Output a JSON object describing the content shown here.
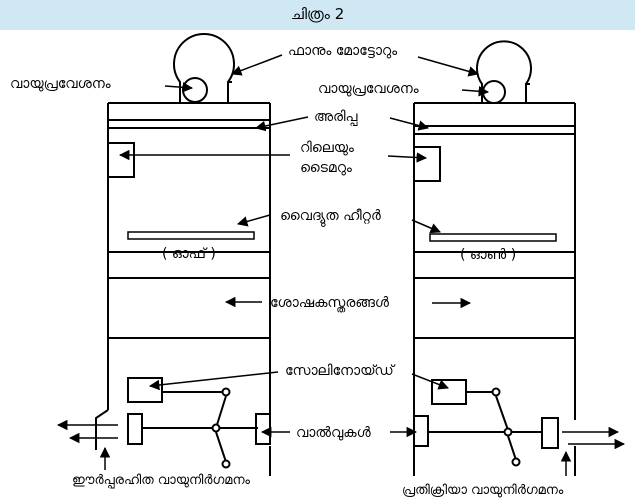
{
  "title": "ചിത്രം   2",
  "labels": {
    "fan_motor": "ഫാനും മോട്ടോറും",
    "air_inlet_left": "വായുപ്രവേശനം",
    "air_inlet_right": "വായുപ്രവേശനം",
    "filter": "അരിപ്പ",
    "relay_line1": "റിലെയും",
    "relay_line2": "ടൈമറും",
    "heater": "വൈദ്യുത ഹീറ്റർ",
    "off": "( ഓഫ് )",
    "on": "( ഓൺ )",
    "adsorbent": "ശോഷകസ്തരങ്ങൾ",
    "solenoid": "സോലിനോയ്ഡ്",
    "valves": "വാൽവുകൾ",
    "dry_outlet": "ഈർപ്പരഹിത വായുനിർഗമനം",
    "regen_outlet": "പ്രതിക്രിയാ വായുനിർഗമനം"
  }
}
